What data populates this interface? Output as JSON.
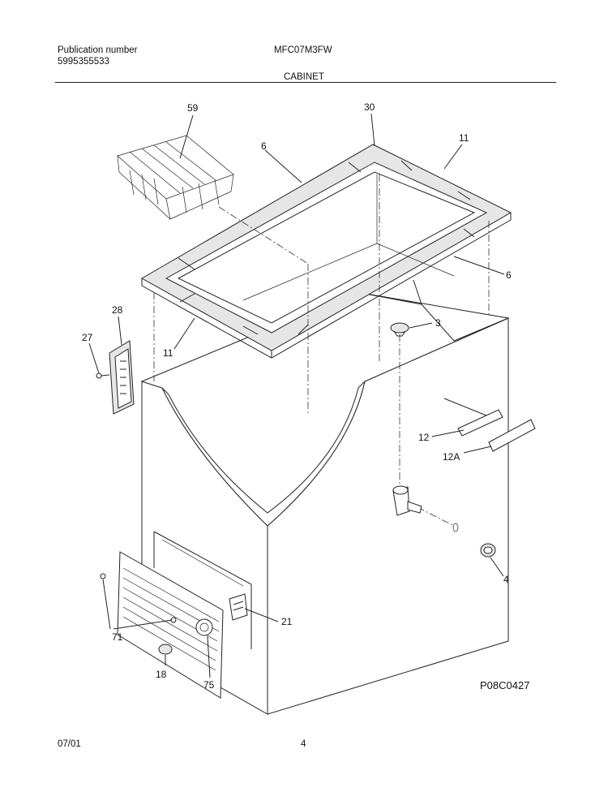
{
  "header": {
    "publication_label": "Publication number",
    "publication_number": "5995355533",
    "model": "MFC07M3FW",
    "section": "CABINET"
  },
  "parts": {
    "p59": "59",
    "p30": "30",
    "p6_top": "6",
    "p11_top": "11",
    "p6_right": "6",
    "p28": "28",
    "p27": "27",
    "p11_left": "11",
    "p3": "3",
    "p12": "12",
    "p12a": "12A",
    "p4": "4",
    "p21": "21",
    "p71": "71",
    "p18": "18",
    "p75": "75"
  },
  "diagram_code": "P08C0427",
  "footer": {
    "date": "07/01",
    "page": "4"
  }
}
